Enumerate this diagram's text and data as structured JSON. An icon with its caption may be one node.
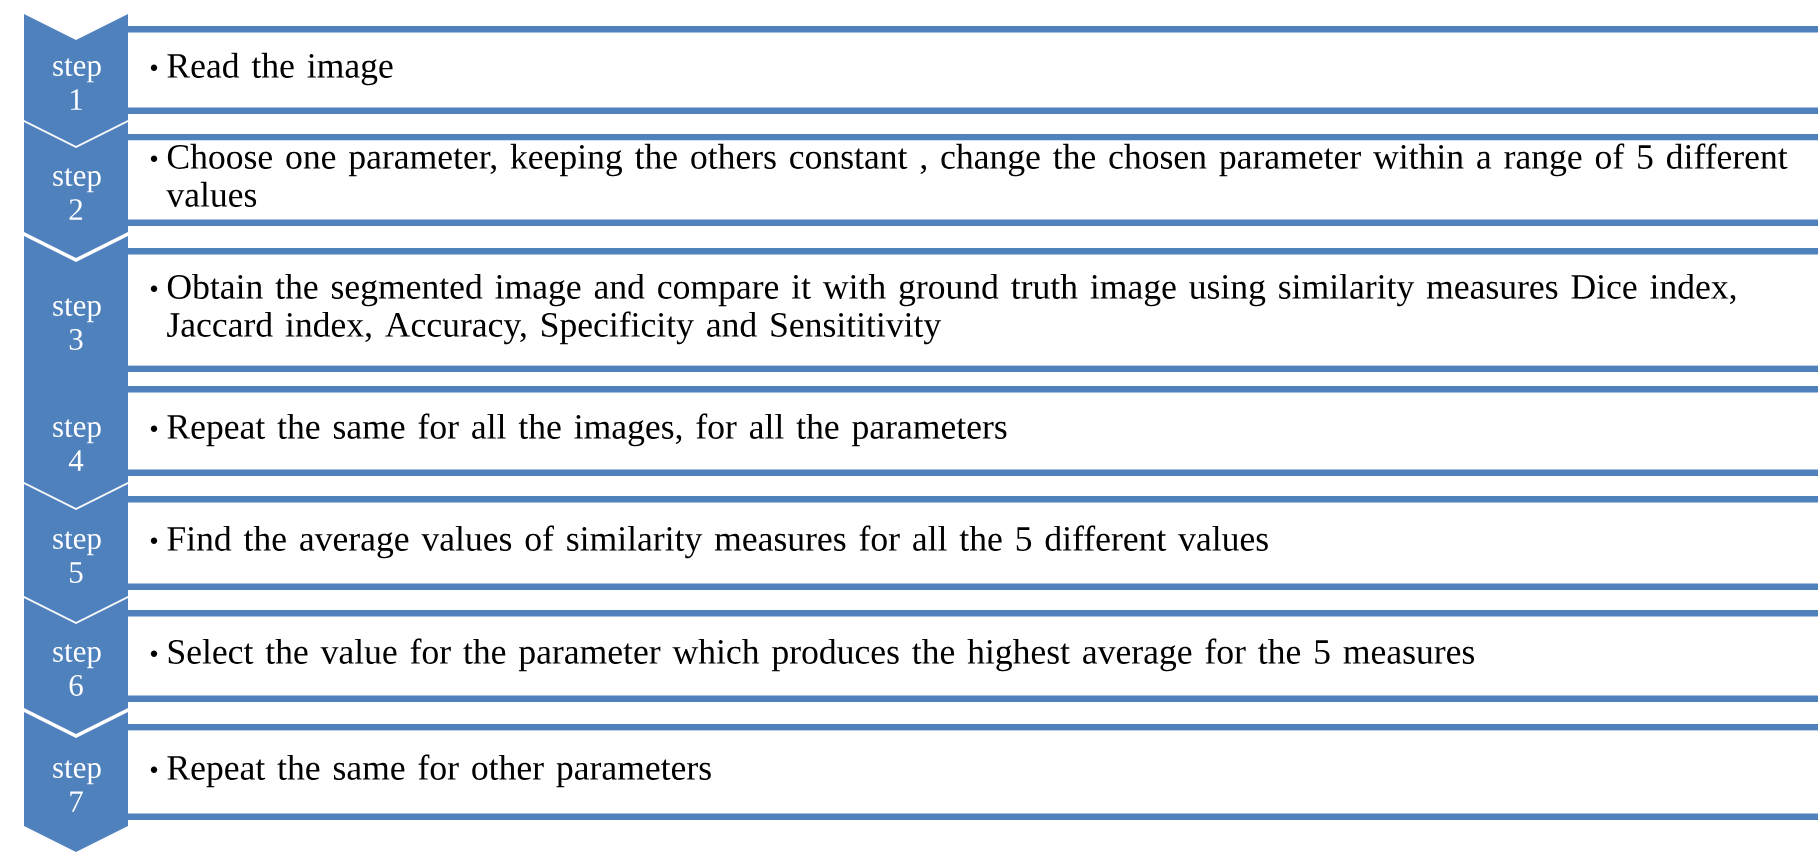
{
  "diagram": {
    "nodes": [
      {
        "text": [
          "step 1"
        ]
      },
      {
        "text": [
          "Read the image"
        ]
      },
      {
        "text": [
          "step 2"
        ]
      },
      {
        "text": [
          "Choose one parameter, keeping the others constant , change the chosen parameter within a range of 5 different values"
        ]
      },
      {
        "text": [
          "step 3"
        ]
      },
      {
        "text": [
          "Obtain the segmented image and compare it with ground truth image using similarity measures Dice index, Jaccard index, Accuracy, Specificity and Sensititivity"
        ]
      },
      {
        "text": [
          "step 4"
        ]
      },
      {
        "text": [
          "Repeat the same for all the images, for all the parameters"
        ]
      },
      {
        "text": [
          "step 5"
        ]
      },
      {
        "text": [
          "Find the average values of similarity measures for all the 5 different values"
        ]
      },
      {
        "text": [
          "step 6"
        ]
      },
      {
        "text": [
          "Select the value for the parameter which produces the highest average for the 5 measures"
        ]
      },
      {
        "text": [
          "step 7"
        ]
      },
      {
        "text": [
          "Repeat the same for other parameters"
        ]
      }
    ]
  }
}
